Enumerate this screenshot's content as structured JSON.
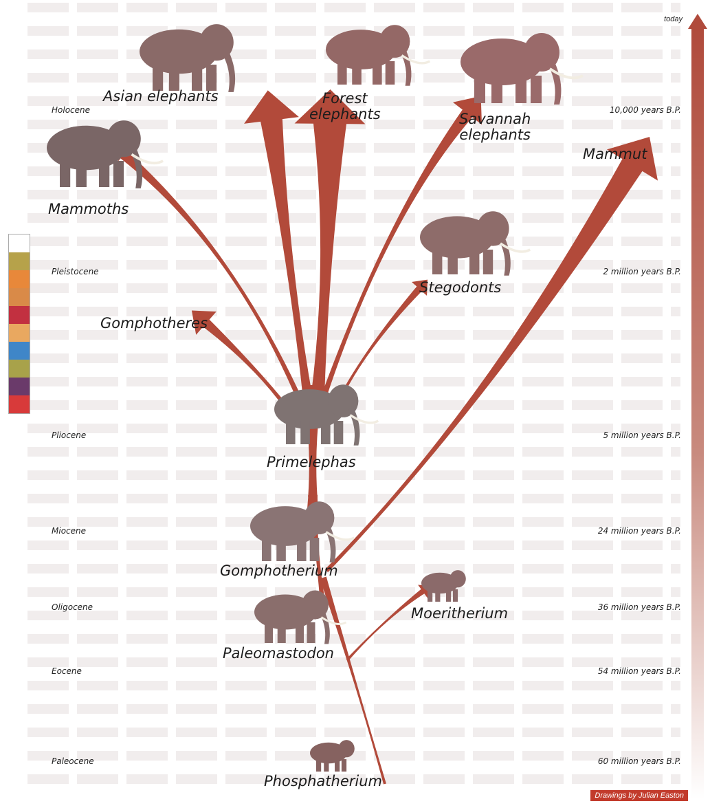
{
  "colors": {
    "branch": "#b24a3a",
    "timebar_top": "#b04b3c",
    "credit_bg": "#c23b2c"
  },
  "timeline": {
    "today": "today",
    "epochs": [
      {
        "name": "Holocene",
        "age": "10,000 years B.P."
      },
      {
        "name": "Pleistocene",
        "age": "2 million years B.P."
      },
      {
        "name": "Pliocene",
        "age": "5 million years B.P."
      },
      {
        "name": "Miocene",
        "age": "24 million years B.P."
      },
      {
        "name": "Oligocene",
        "age": "36 million years B.P."
      },
      {
        "name": "Eocene",
        "age": "54 million years B.P."
      },
      {
        "name": "Paleocene",
        "age": "60 million years B.P."
      }
    ]
  },
  "taxa": {
    "asian": "Asian elephants",
    "forest": "Forest\nelephants",
    "savannah": "Savannah\nelephants",
    "mammut": "Mammut",
    "mammoths": "Mammoths",
    "stegodonts": "Stegodonts",
    "gomphotheres": "Gomphotheres",
    "primelephas": "Primelephas",
    "gomphotherium": "Gomphotherium",
    "moeritherium": "Moeritherium",
    "paleomastodon": "Paleomastodon",
    "phosphatherium": "Phosphatherium"
  },
  "legend_colors": [
    "#ffffff",
    "#b6a24a",
    "#e8883a",
    "#d98a48",
    "#c23040",
    "#e9a860",
    "#3f86c8",
    "#a8a24a",
    "#6a3a6a",
    "#d83a3a"
  ],
  "credit": "Drawings by Julian Easton"
}
